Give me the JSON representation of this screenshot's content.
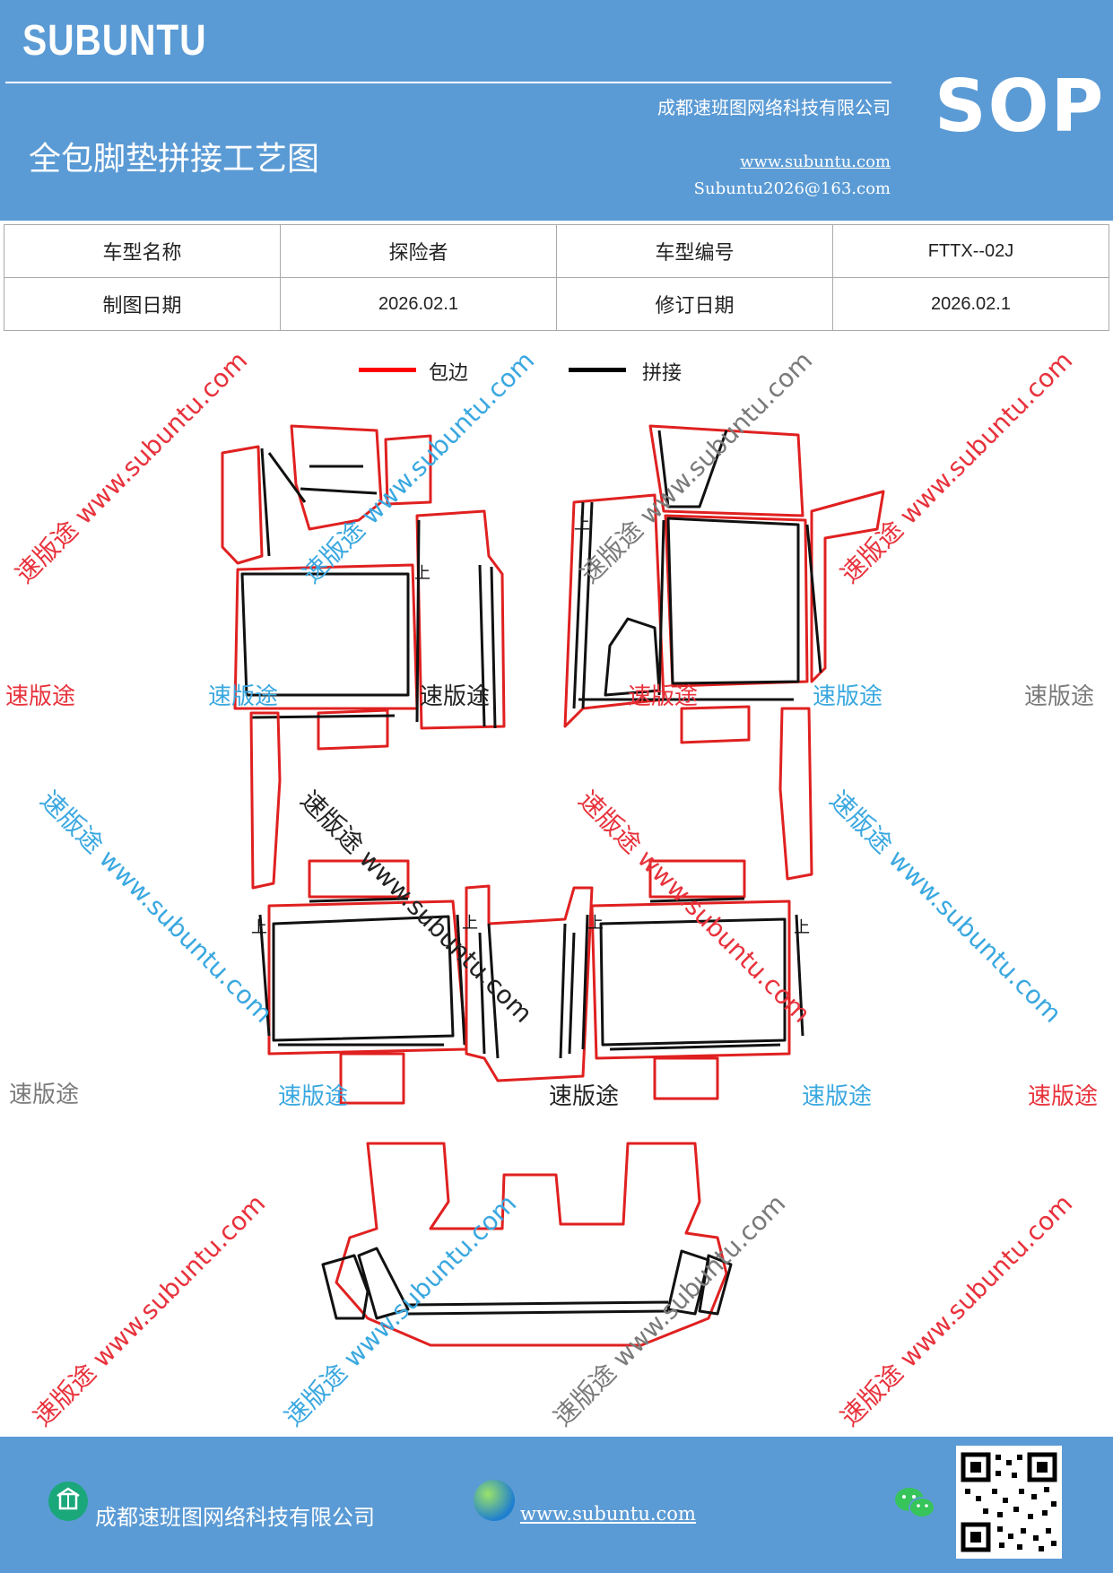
{
  "header": {
    "brand": "SUBUNTU",
    "company": "成都速班图网络科技有限公司",
    "sop": "SOP",
    "title": "全包脚垫拼接工艺图",
    "website": "www.subuntu.com",
    "email": "Subuntu2026@163.com"
  },
  "info_table": {
    "model_name_label": "车型名称",
    "model_name_value": "探险者",
    "model_code_label": "车型编号",
    "model_code_value": "FTTX--02J",
    "draw_date_label": "制图日期",
    "draw_date_value": "2026.02.1",
    "revise_date_label": "修订日期",
    "revise_date_value": "2026.02.1"
  },
  "legend": {
    "edge_label": "包边",
    "edge_color": "#ff0000",
    "splice_label": "拼接",
    "splice_color": "#000000"
  },
  "watermarks": {
    "brand_cn": "速版途",
    "diag_text": "速版途 www.subuntu.com",
    "colors": [
      "#e8323c",
      "#3aa8e0",
      "#7a7a7a",
      "#222222"
    ]
  },
  "pattern_marks": {
    "top_mark": "上"
  },
  "footer": {
    "company": "成都速班图网络科技有限公司",
    "website": "www.subuntu.com"
  }
}
